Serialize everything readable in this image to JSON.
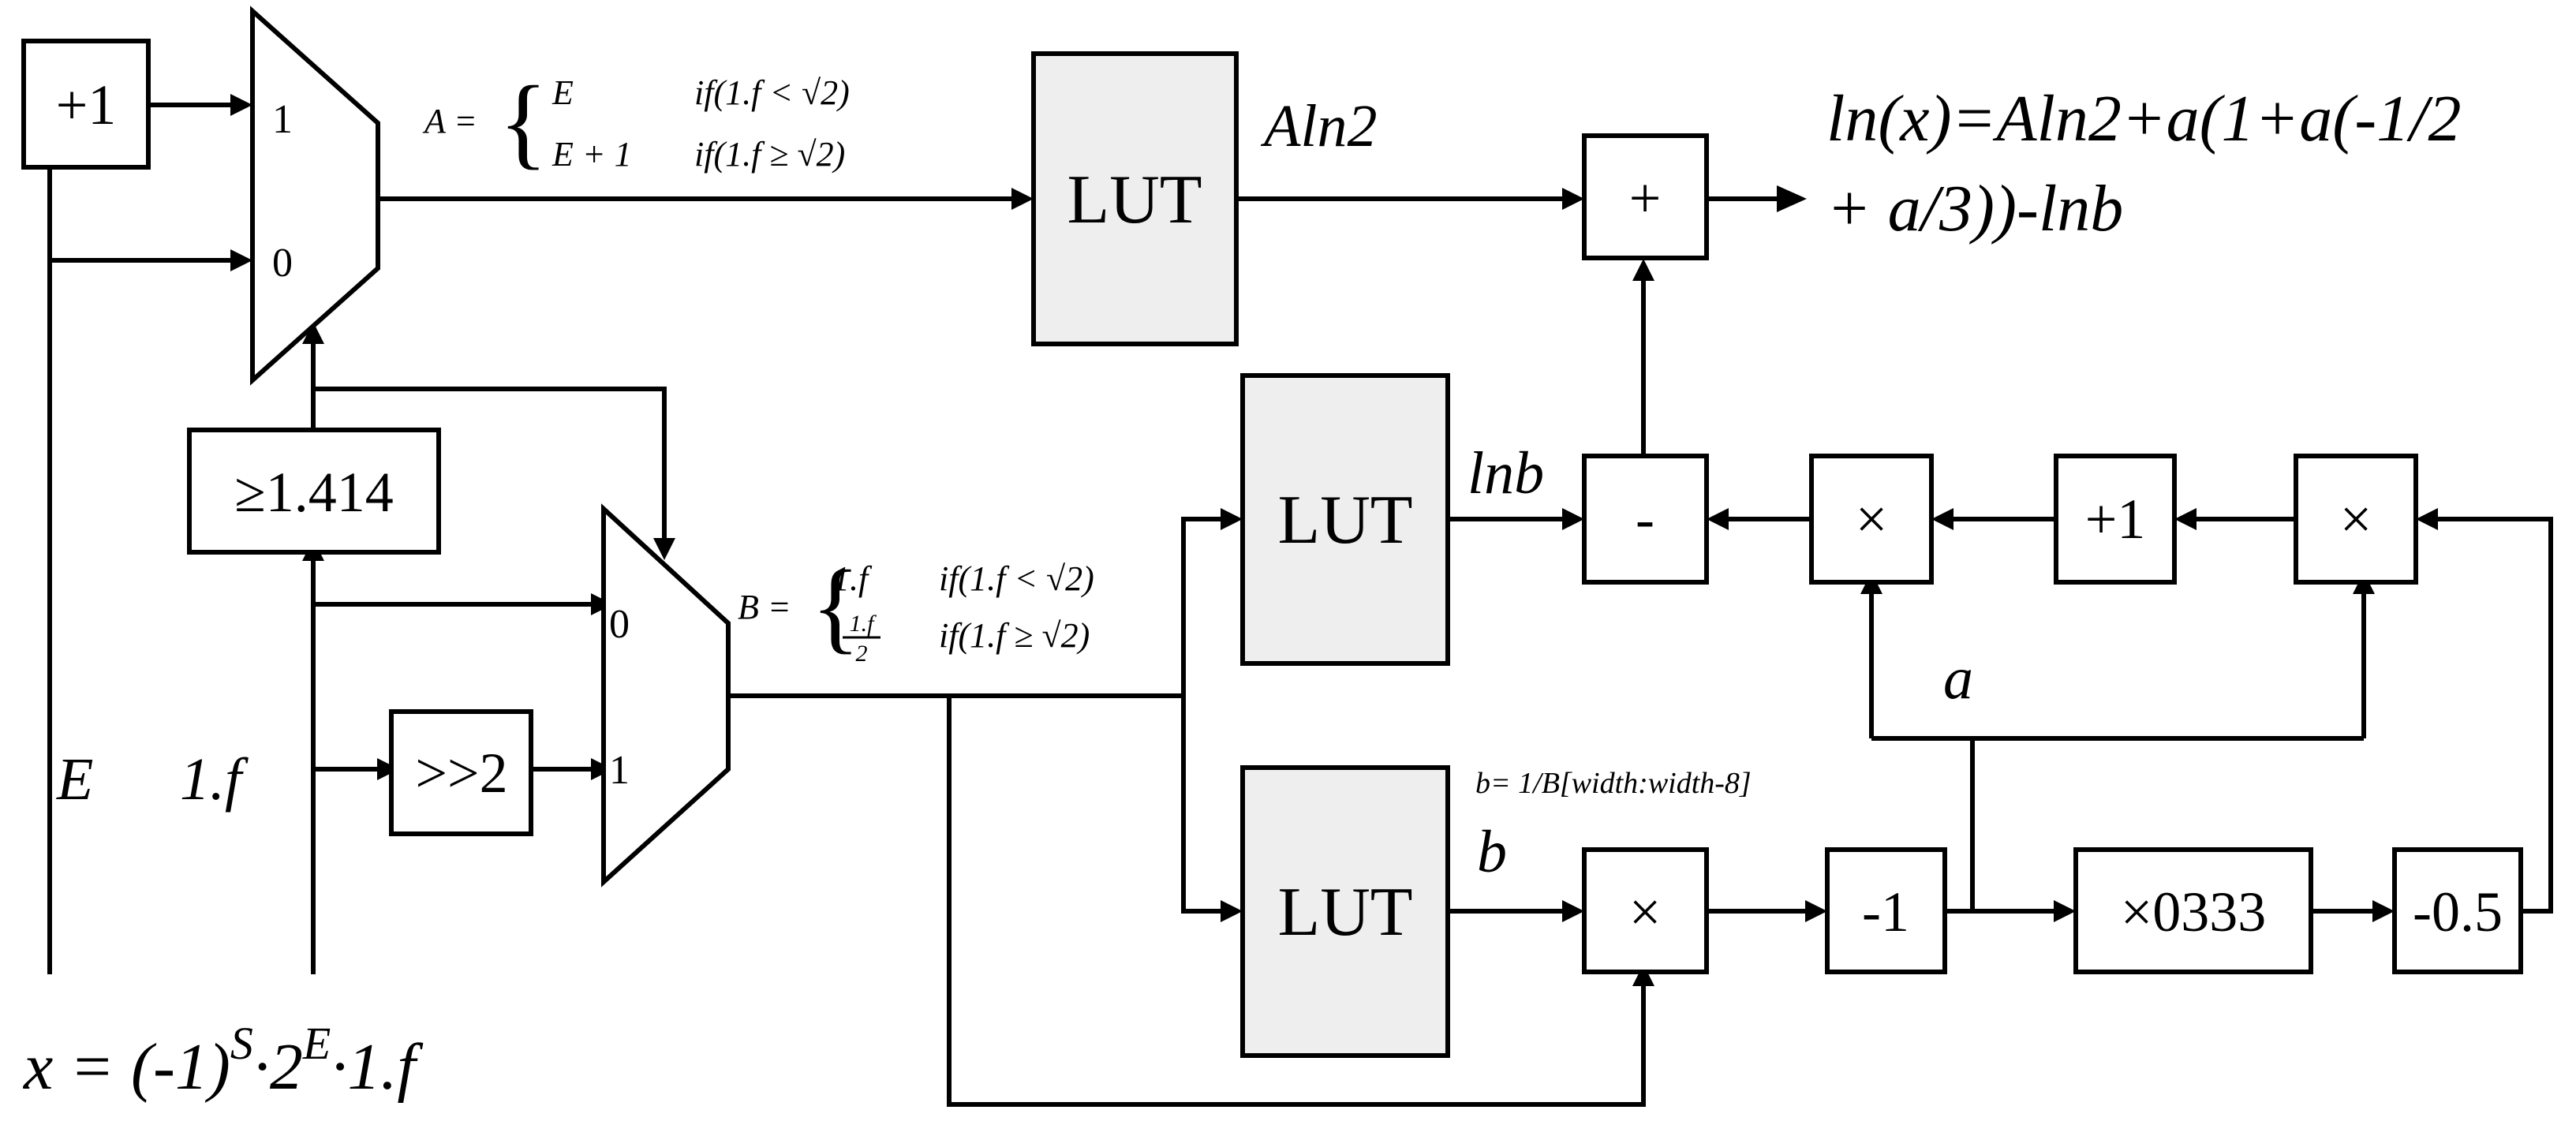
{
  "blocks": {
    "plus_one_top": "+1",
    "compare": "≥1.414",
    "shift": ">>2",
    "lut_a": "LUT",
    "lut_lnb": "LUT",
    "lut_b": "LUT",
    "adder": "+",
    "subtractor": "-",
    "mult_a": "×",
    "plus_one_mid": "+1",
    "mult_right": "×",
    "mult_b": "×",
    "minus_one": "-1",
    "times_third": "×0333",
    "minus_half": "-0.5"
  },
  "mux_top": {
    "in1": "1",
    "in0": "0"
  },
  "mux_bottom": {
    "in0": "0",
    "in1": "1"
  },
  "labels": {
    "E": "E",
    "f": "1.f",
    "Aln2": "Aln2",
    "lnb": "lnb",
    "b": "b",
    "a": "a",
    "b_note": "b= 1/B[width:width-8]"
  },
  "eq_A": {
    "lhs": "A =",
    "case1_val": "E",
    "case1_cond": "if(1.f < √2)",
    "case2_val": "E + 1",
    "case2_cond": "if(1.f ≥ √2)"
  },
  "eq_B": {
    "lhs": "B =",
    "case1_val": "1.f",
    "case1_cond": "if(1.f < √2)",
    "case2_num": "1.f",
    "case2_den": "2",
    "case2_cond": "if(1.f ≥ √2)"
  },
  "output": {
    "line1": "ln(x)=Aln2+a(1+a(-1/2",
    "line2": "+ a/3))-lnb"
  },
  "input": {
    "prefix": "x = (-1)",
    "sup_s": "S",
    "mid": "·2",
    "sup_e": "E",
    "suffix": "·1.f"
  }
}
